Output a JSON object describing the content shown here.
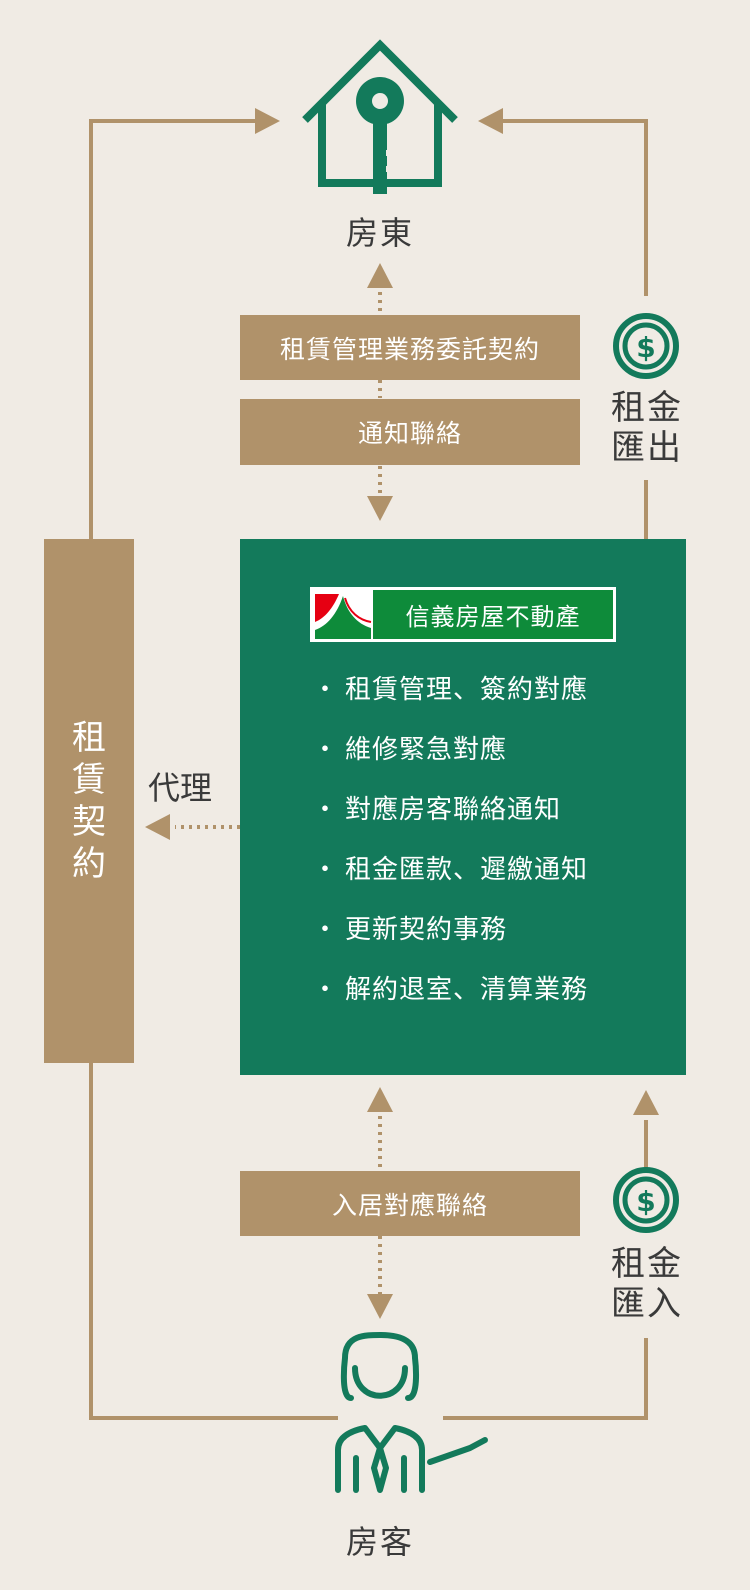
{
  "landlord": {
    "label": "房東",
    "icon": "house-key-icon"
  },
  "tenant": {
    "label": "房客",
    "icon": "person-icon"
  },
  "top_boxes": {
    "contract": "租賃管理業務委託契約",
    "notice": "通知聯絡"
  },
  "bottom_box": "入居對應聯絡",
  "lease_contract": "租賃契約",
  "agent_label": "代理",
  "rent_out": "租金匯出",
  "rent_in": "租金匯入",
  "money_icon": "dollar-coin-icon",
  "company": {
    "name": "信義房屋不動產"
  },
  "services": [
    "租賃管理、簽約對應",
    "維修緊急對應",
    "對應房客聯絡通知",
    "租金匯款、遲繳通知",
    "更新契約事務",
    "解約退室、清算業務"
  ],
  "colors": {
    "background": "#f0ebe4",
    "tan": "#b0926a",
    "green": "#137a5b",
    "brand_green": "#0e8b3a",
    "brand_red": "#e60012"
  }
}
